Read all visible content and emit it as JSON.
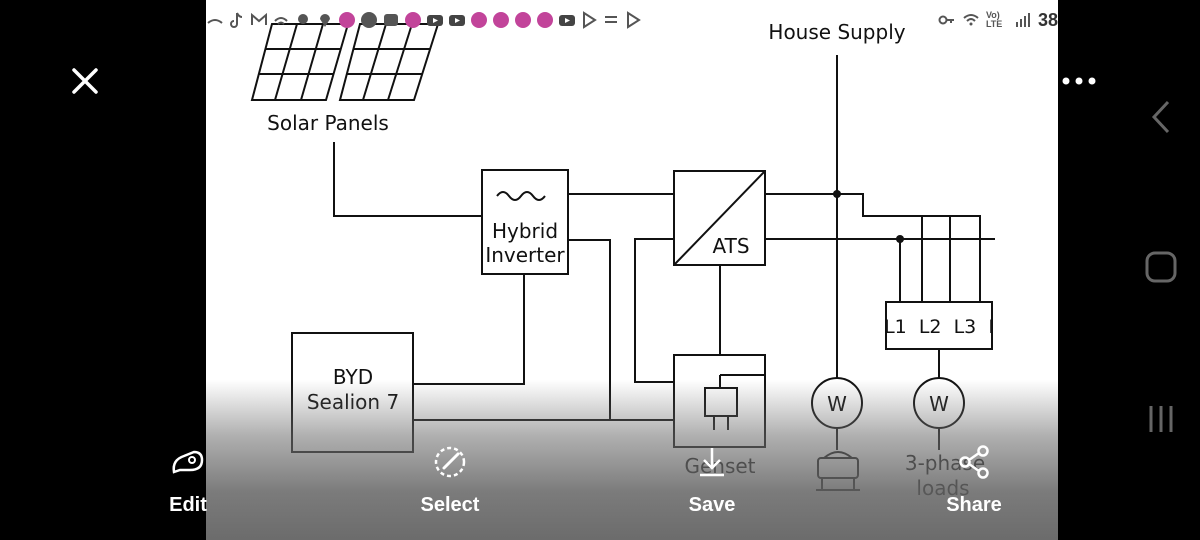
{
  "status_bar": {
    "battery_text": "38",
    "network_label": "Vo) LTE",
    "icons": [
      "missed-call-icon",
      "tiktok-icon",
      "gmail-icon",
      "wifi-calling-icon",
      "location-icon",
      "location-icon",
      "app-icon",
      "facebook-icon",
      "app-icon",
      "app-icon",
      "youtube-icon",
      "youtube-icon",
      "app-icon",
      "app-icon",
      "app-icon",
      "app-icon",
      "youtube-icon",
      "play-store-icon",
      "app-icon",
      "play-store-icon"
    ]
  },
  "viewer": {
    "close_icon": "close-icon",
    "more_icon": "more-options-icon"
  },
  "diagram": {
    "house_supply_label": "House Supply",
    "solar_panels_label": "Solar Panels",
    "inverter_line1": "Hybrid",
    "inverter_line2": "Inverter",
    "ats_label": "ATS",
    "byd_line1": "BYD",
    "byd_line2": "Sealion 7",
    "genset_label": "Genset",
    "phases_label": "L1  L2  L3  I",
    "meter1_label": "W",
    "meter2_label": "W",
    "loads_line1": "3-phase",
    "loads_line2": "loads"
  },
  "toolbar": {
    "edit_label": "Edit",
    "select_label": "Select",
    "save_label": "Save",
    "share_label": "Share"
  },
  "colors": {
    "background": "#000000",
    "image_bg": "#ffffff",
    "line": "#111111",
    "toolbar_text": "#ffffff"
  }
}
